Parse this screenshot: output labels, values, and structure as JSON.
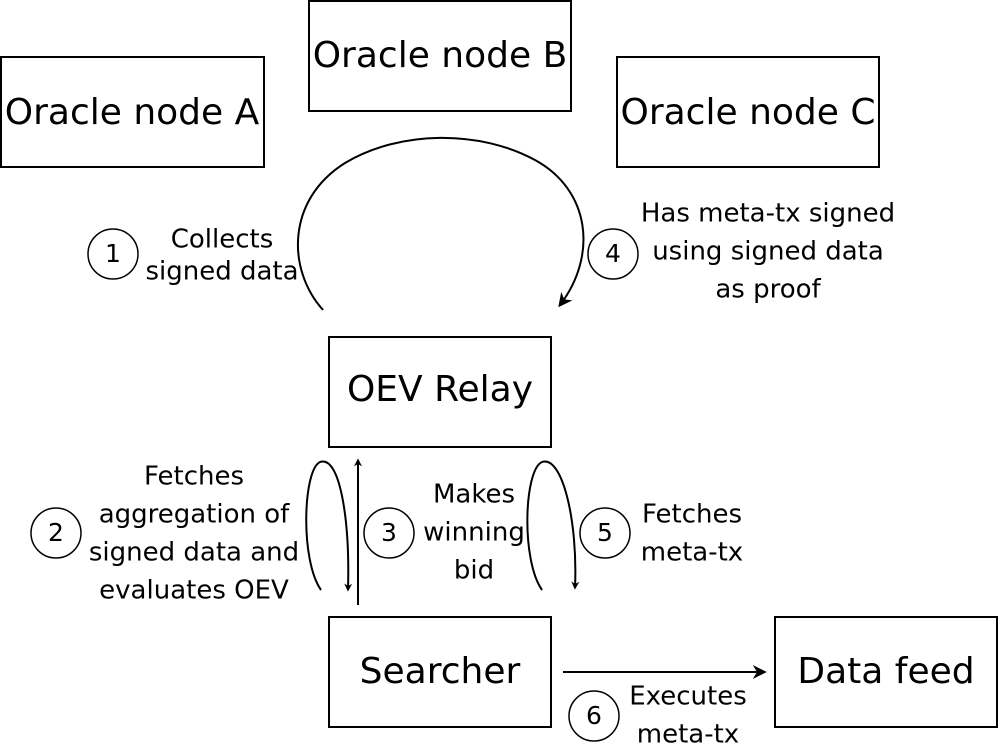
{
  "nodes": {
    "oracle_a": "Oracle node A",
    "oracle_b": "Oracle node B",
    "oracle_c": "Oracle node C",
    "relay": "OEV Relay",
    "searcher": "Searcher",
    "data_feed": "Data feed"
  },
  "steps": [
    {
      "number": "1",
      "lines": [
        "Collects",
        "signed data"
      ]
    },
    {
      "number": "2",
      "lines": [
        "Fetches",
        "aggregation of",
        "signed data and",
        "evaluates OEV"
      ]
    },
    {
      "number": "3",
      "lines": [
        "Makes",
        "winning",
        "bid"
      ]
    },
    {
      "number": "4",
      "lines": [
        "Has meta-tx signed",
        "using signed data",
        "as proof"
      ]
    },
    {
      "number": "5",
      "lines": [
        "Fetches",
        "meta-tx"
      ]
    },
    {
      "number": "6",
      "lines": [
        "Executes",
        "meta-tx"
      ]
    }
  ]
}
